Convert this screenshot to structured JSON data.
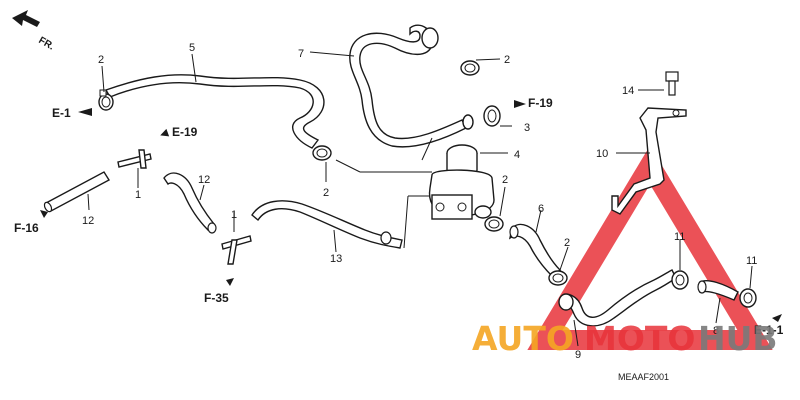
{
  "diagram": {
    "direction_label": "FR.",
    "diagram_code": "MEAAF2001",
    "part_labels": {
      "p1a": "1",
      "p1b": "1",
      "p2a": "2",
      "p2b": "2",
      "p2c": "2",
      "p2d": "2",
      "p2e": "2",
      "p3": "3",
      "p4": "4",
      "p5": "5",
      "p6": "6",
      "p7": "7",
      "p8": "8",
      "p9": "9",
      "p10": "10",
      "p11a": "11",
      "p11b": "11",
      "p12a": "12",
      "p12b": "12",
      "p13": "13",
      "p14": "14"
    },
    "references": {
      "e1": "E-1",
      "e19a": "E-19",
      "f19": "F-19",
      "f16": "F-16",
      "f35": "F-35",
      "e11": "E-1-1"
    }
  },
  "watermark": {
    "part1": "AUTO",
    "part2": "MOTO",
    "part3": "HUB",
    "colors": {
      "orange": "#f5a623",
      "red": "#e8333a",
      "gray": "#7a7a7a"
    }
  }
}
